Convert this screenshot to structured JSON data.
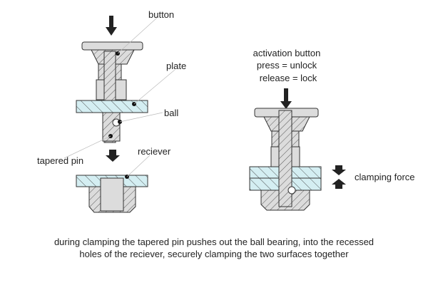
{
  "labels": {
    "button": "button",
    "plate": "plate",
    "ball": "ball",
    "tapered_pin": "tapered pin",
    "receiver": "reciever",
    "activation_1": "activation button",
    "activation_2": "press = unlock",
    "activation_3": "release = lock",
    "clamping_force": "clamping force"
  },
  "caption": {
    "line1": "during clamping the tapered pin pushes out the ball bearing, into the recessed",
    "line2": "holes of the reciever, securely clamping the two surfaces together"
  },
  "colors": {
    "plate": "#d4eef2",
    "metal": "#dcdcdc",
    "arrow": "#222222"
  }
}
